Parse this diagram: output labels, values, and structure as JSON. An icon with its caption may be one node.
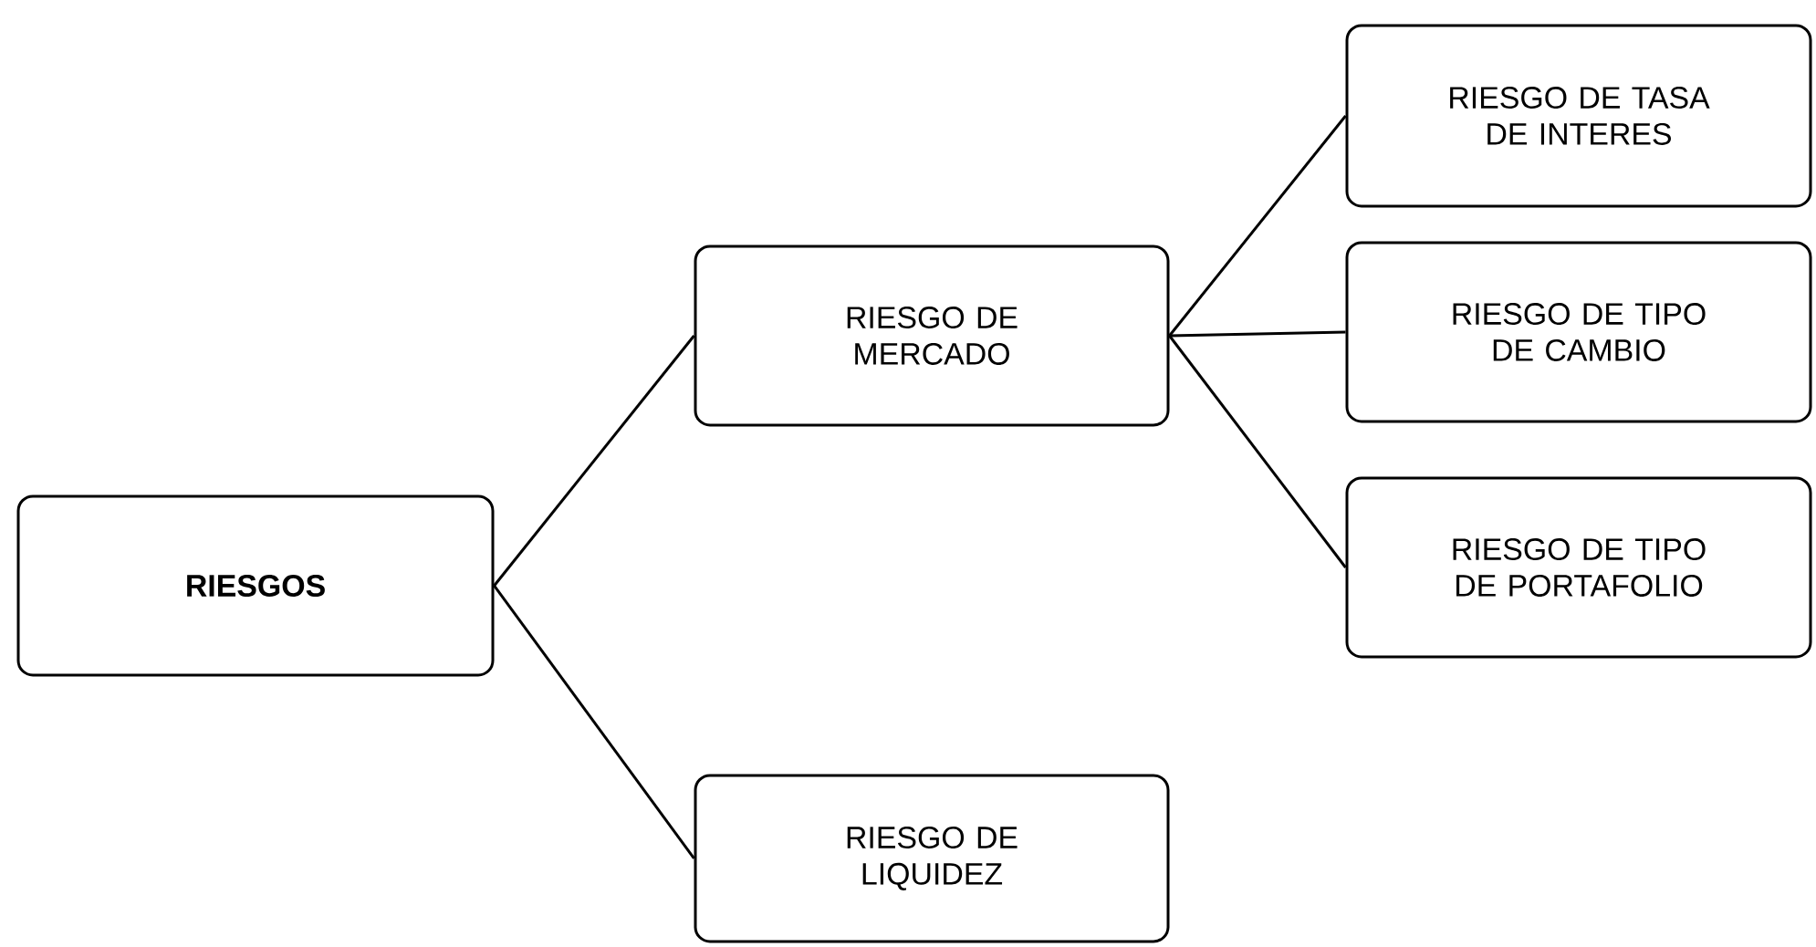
{
  "diagram": {
    "nodes": [
      {
        "text": [
          "RIESGOS"
        ]
      },
      {
        "text": [
          "RIESGO DE MERCADO"
        ]
      },
      {
        "text": [
          "RIESGO DE TASA DE INTERES"
        ]
      },
      {
        "text": [
          "RIESGO DE TIPO DE CAMBIO"
        ]
      },
      {
        "text": [
          "RIESGO DE TIPO DE PORTAFOLIO"
        ]
      },
      {
        "text": [
          "RIESGO DE LIQUIDEZ"
        ]
      }
    ],
    "edges": [
      {
        "from": 0,
        "to": 1,
        "arrow": "none"
      },
      {
        "from": 0,
        "to": 5,
        "arrow": "none"
      },
      {
        "from": 1,
        "to": 2,
        "arrow": "none"
      },
      {
        "from": 1,
        "to": 3,
        "arrow": "none"
      },
      {
        "from": 1,
        "to": 4,
        "arrow": "none"
      }
    ]
  }
}
